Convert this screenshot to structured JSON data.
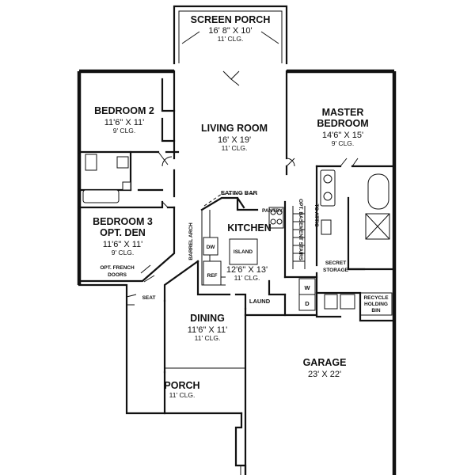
{
  "rooms": {
    "screen_porch": {
      "name": "SCREEN PORCH",
      "size": "16' 8\" X 10'",
      "ceiling": "11' CLG."
    },
    "bedroom2": {
      "name": "BEDROOM 2",
      "size": "11'6\" X 11'",
      "ceiling": "9' CLG."
    },
    "living_room": {
      "name": "LIVING ROOM",
      "size": "16' X 19'",
      "ceiling": "11' CLG."
    },
    "master_bedroom": {
      "name_line1": "MASTER",
      "name_line2": "BEDROOM",
      "size": "14'6\" X 15'",
      "ceiling": "9' CLG."
    },
    "bedroom3": {
      "name_line1": "BEDROOM 3",
      "name_line2": "OPT. DEN",
      "size": "11'6\" X 11'",
      "ceiling": "9' CLG."
    },
    "kitchen": {
      "name": "KITCHEN",
      "size": "12'6\" X 13'",
      "ceiling": "11' CLG."
    },
    "dining": {
      "name": "DINING",
      "size": "11'6\" X 11'",
      "ceiling": "11' CLG."
    },
    "garage": {
      "name": "GARAGE",
      "size": "23' X 22'"
    },
    "porch": {
      "name": "PORCH",
      "ceiling": "11' CLG."
    }
  },
  "labels": {
    "eating_bar": "EATING BAR",
    "pantry": "PANTRY",
    "to_attic": "TO ATTIC",
    "opt_basement_stairs": "OPT. BASEMENT STAIRS",
    "barrel_arch": "BARREL ARCH",
    "dishwasher": "DW",
    "refrigerator": "REF",
    "island": "ISLAND",
    "secret_storage_line1": "SECRET",
    "secret_storage_line2": "STORAGE",
    "opt_french_doors_line1": "OPT. FRENCH",
    "opt_french_doors_line2": "DOORS",
    "seat": "SEAT",
    "laundry": "LAUND",
    "washer": "W",
    "dryer": "D",
    "recycle_line1": "RECYCLE",
    "recycle_line2": "HOLDING",
    "recycle_line3": "BIN"
  }
}
